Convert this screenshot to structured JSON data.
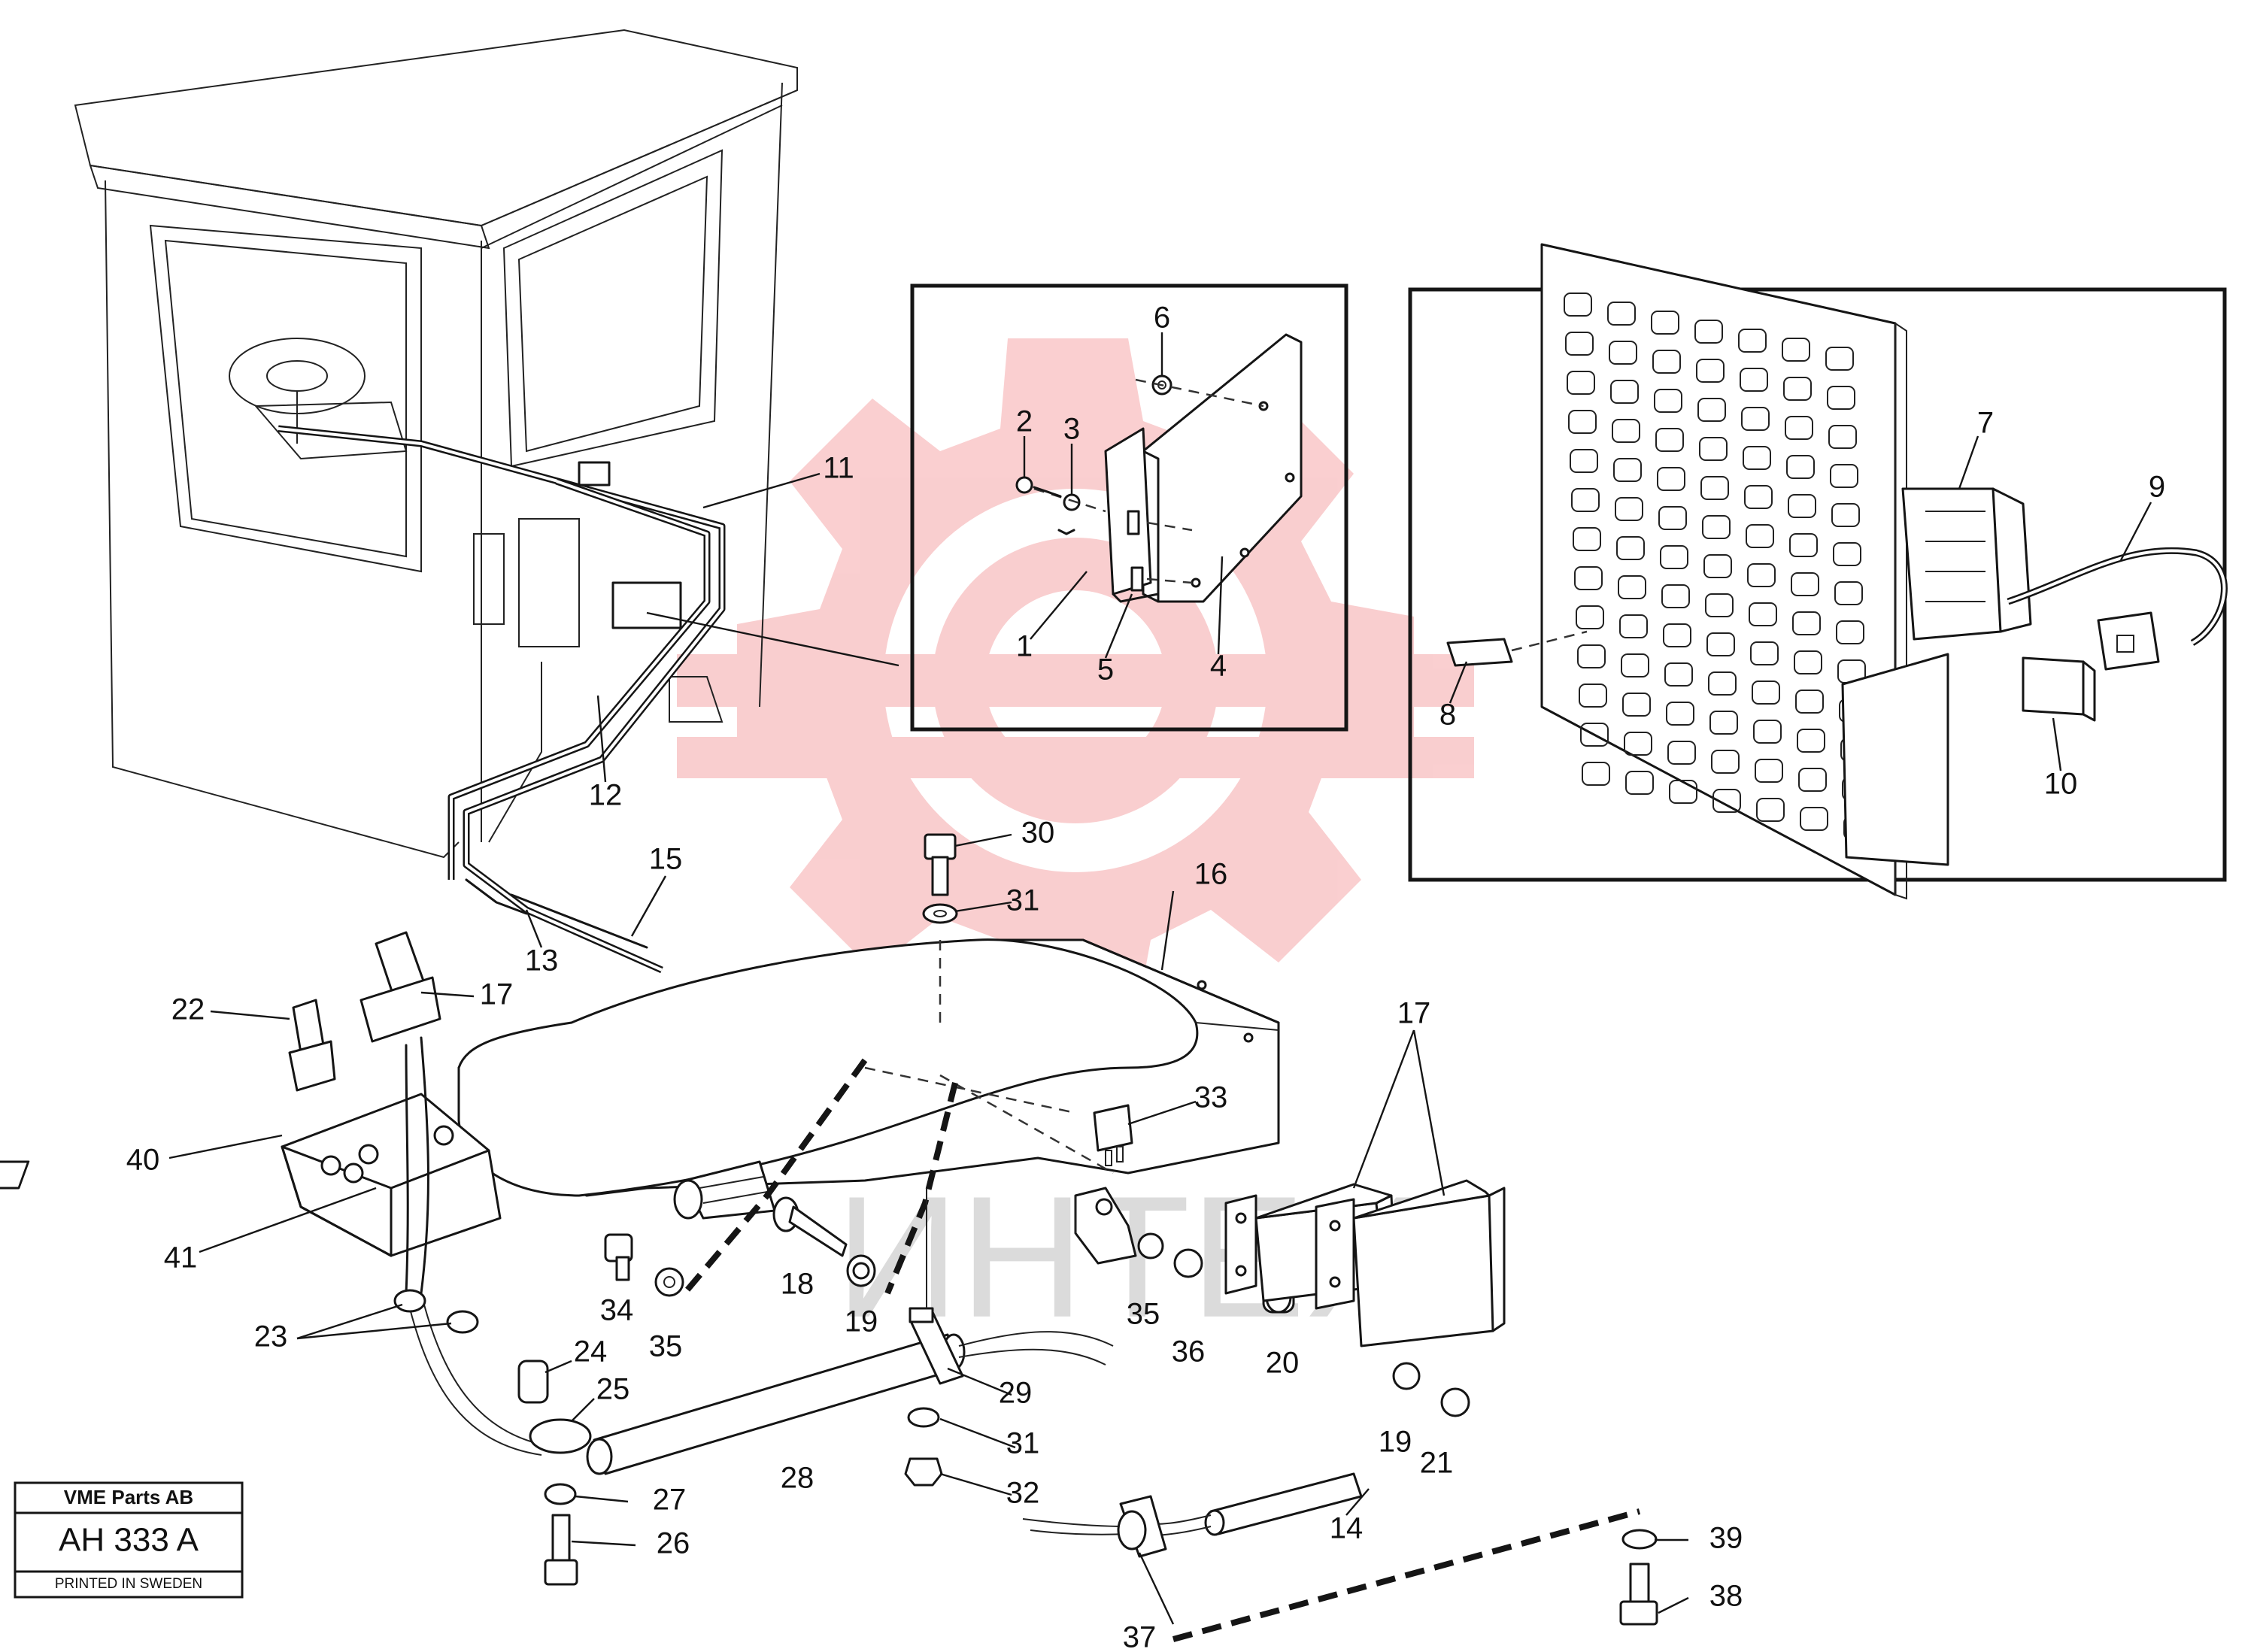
{
  "plate": {
    "company": "VME Parts AB",
    "code": "AH 333 A",
    "footer": "PRINTED IN SWEDEN"
  },
  "watermark": {
    "text": "ИНТЕХ",
    "color": "#e8262a"
  },
  "callouts": [
    {
      "id": "c1",
      "text": "1"
    },
    {
      "id": "c2",
      "text": "2"
    },
    {
      "id": "c3",
      "text": "3"
    },
    {
      "id": "c4",
      "text": "4"
    },
    {
      "id": "c5",
      "text": "5"
    },
    {
      "id": "c6",
      "text": "6"
    },
    {
      "id": "c7",
      "text": "7"
    },
    {
      "id": "c8",
      "text": "8"
    },
    {
      "id": "c9",
      "text": "9"
    },
    {
      "id": "c10",
      "text": "10"
    },
    {
      "id": "c11",
      "text": "11"
    },
    {
      "id": "c12",
      "text": "12"
    },
    {
      "id": "c13",
      "text": "13"
    },
    {
      "id": "c14",
      "text": "14"
    },
    {
      "id": "c15",
      "text": "15"
    },
    {
      "id": "c16",
      "text": "16"
    },
    {
      "id": "c17a",
      "text": "17"
    },
    {
      "id": "c17b",
      "text": "17"
    },
    {
      "id": "c18",
      "text": "18"
    },
    {
      "id": "c19a",
      "text": "19"
    },
    {
      "id": "c19b",
      "text": "19"
    },
    {
      "id": "c20",
      "text": "20"
    },
    {
      "id": "c21",
      "text": "21"
    },
    {
      "id": "c22",
      "text": "22"
    },
    {
      "id": "c23",
      "text": "23"
    },
    {
      "id": "c24",
      "text": "24"
    },
    {
      "id": "c25",
      "text": "25"
    },
    {
      "id": "c26",
      "text": "26"
    },
    {
      "id": "c27",
      "text": "27"
    },
    {
      "id": "c28",
      "text": "28"
    },
    {
      "id": "c29",
      "text": "29"
    },
    {
      "id": "c30",
      "text": "30"
    },
    {
      "id": "c31a",
      "text": "31"
    },
    {
      "id": "c31b",
      "text": "31"
    },
    {
      "id": "c32",
      "text": "32"
    },
    {
      "id": "c33",
      "text": "33"
    },
    {
      "id": "c34",
      "text": "34"
    },
    {
      "id": "c35a",
      "text": "35"
    },
    {
      "id": "c35b",
      "text": "35"
    },
    {
      "id": "c36",
      "text": "36"
    },
    {
      "id": "c37",
      "text": "37"
    },
    {
      "id": "c38",
      "text": "38"
    },
    {
      "id": "c39",
      "text": "39"
    },
    {
      "id": "c40",
      "text": "40"
    },
    {
      "id": "c41",
      "text": "41"
    }
  ]
}
